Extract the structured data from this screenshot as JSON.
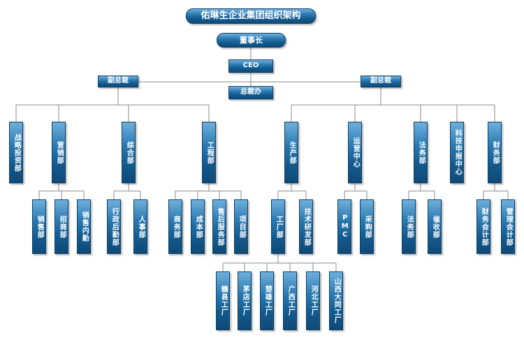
{
  "title": "佑琳生企业集团组织架构",
  "nodes": {
    "chairman": "董事长",
    "ceo": "CEO",
    "vp_left": "副总裁",
    "vp_right": "副总裁",
    "president_office": "总裁办",
    "strategy": "战略投资部",
    "marketing": "营销部",
    "general": "综合部",
    "engineering": "工程部",
    "production": "生产部",
    "operations": "运营中心",
    "legal": "法务部",
    "tech_center": "科技申报中心",
    "finance": "财务部",
    "sales": "销售部",
    "investment": "招商部",
    "sales_internal": "销售内勤",
    "admin_logistics": "行政后勤部",
    "hr": "人事部",
    "business": "商务部",
    "cost": "成本部",
    "after_sales": "售后服务部",
    "project": "项目部",
    "factory_dept": "工厂部",
    "tech_rd": "技术研发部",
    "pmc": "PMC",
    "purchasing": "采购部",
    "legal_sub": "法务部",
    "collection": "催收部",
    "accounting": "财务会计部",
    "mgmt_accounting": "管理会计部",
    "factory_ganxian": "赣县工厂",
    "factory_maotai": "茅店工厂",
    "factory_chuxiong": "楚雄工厂",
    "factory_guangxi": "广西工厂",
    "factory_hebei": "河北工厂",
    "factory_datong": "山西大同工厂"
  },
  "colors": {
    "box_top": "#6fb0dc",
    "box_bottom": "#0f4a78",
    "connector": "#8a8a8a"
  }
}
